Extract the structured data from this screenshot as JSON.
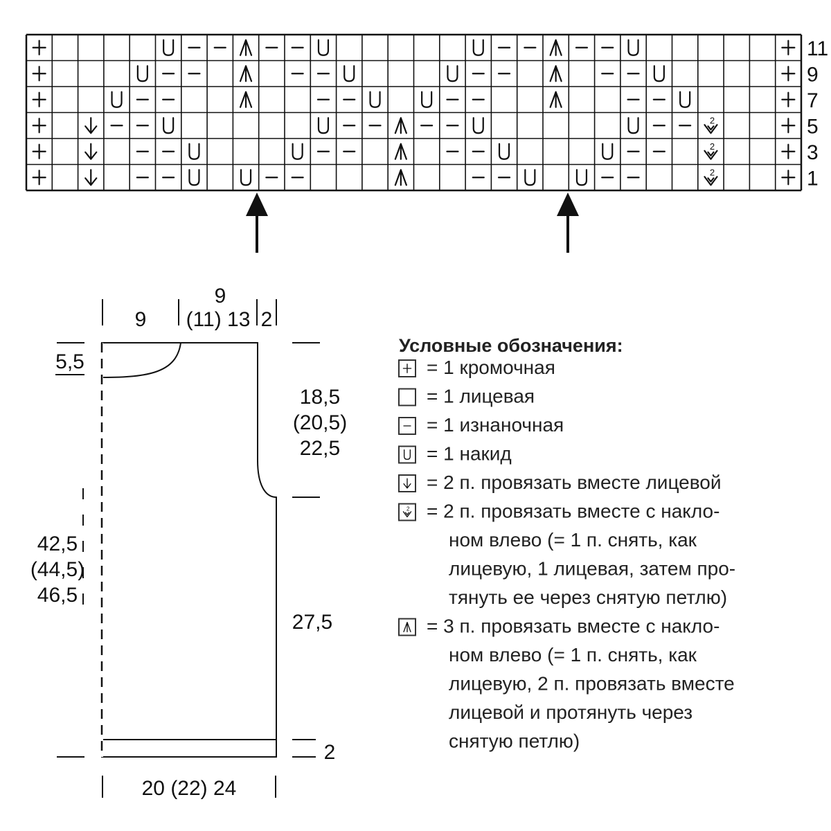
{
  "chart": {
    "columns": 30,
    "rows": [
      {
        "label": "11",
        "cells": [
          "+",
          "",
          "",
          "",
          "",
          "U",
          "-",
          "-",
          "A",
          "-",
          "-",
          "U",
          "",
          "",
          "",
          "",
          "",
          "U",
          "-",
          "-",
          "A",
          "-",
          "-",
          "U",
          "",
          "",
          "",
          "",
          "",
          "+"
        ]
      },
      {
        "label": "9",
        "cells": [
          "+",
          "",
          "",
          "",
          "U",
          "-",
          "-",
          "",
          "A",
          "",
          "-",
          "-",
          "U",
          "",
          "",
          "",
          "U",
          "-",
          "-",
          "",
          "A",
          "",
          "-",
          "-",
          "U",
          "",
          "",
          "",
          "",
          "+"
        ]
      },
      {
        "label": "7",
        "cells": [
          "+",
          "",
          "",
          "U",
          "-",
          "-",
          "",
          "",
          "A",
          "",
          "",
          "-",
          "-",
          "U",
          "",
          "U",
          "-",
          "-",
          "",
          "",
          "A",
          "",
          "",
          "-",
          "-",
          "U",
          "",
          "",
          "",
          "+"
        ]
      },
      {
        "label": "5",
        "cells": [
          "+",
          "",
          "K",
          "-",
          "-",
          "U",
          "",
          "",
          "",
          "",
          "",
          "U",
          "-",
          "-",
          "A",
          "-",
          "-",
          "U",
          "",
          "",
          "",
          "",
          "",
          "U",
          "-",
          "-",
          "S",
          "",
          "",
          "+"
        ]
      },
      {
        "label": "3",
        "cells": [
          "+",
          "",
          "K",
          "",
          "-",
          "-",
          "U",
          "",
          "",
          "",
          "U",
          "-",
          "-",
          "",
          "A",
          "",
          "-",
          "-",
          "U",
          "",
          "",
          "",
          "U",
          "-",
          "-",
          "",
          "S",
          "",
          "",
          "+"
        ]
      },
      {
        "label": "1",
        "cells": [
          "+",
          "",
          "K",
          "",
          "-",
          "-",
          "U",
          "",
          "U",
          "-",
          "-",
          "",
          "",
          "",
          "A",
          "",
          "",
          "-",
          "-",
          "U",
          "",
          "U",
          "-",
          "-",
          "",
          "",
          "S",
          "",
          "",
          "+"
        ]
      }
    ]
  },
  "schematic": {
    "top_left_width": "9",
    "neck_width_top": "9",
    "neck_width_sizes": "(11) 13",
    "shoulder_width": "2",
    "neck_depth": "5,5",
    "armhole_height_1": "18,5",
    "armhole_height_2": "(20,5)",
    "armhole_height_3": "22,5",
    "total_height_1": "42,5",
    "total_height_2": "(44,5)",
    "total_height_3": "46,5",
    "lower_side_height": "27,5",
    "band_height": "2",
    "bottom_width": "20 (22) 24"
  },
  "legend": {
    "title": "Условные обозначения:",
    "items": [
      {
        "icon": "edge-stitch-icon",
        "lines": [
          "= 1 кромочная"
        ]
      },
      {
        "icon": "knit-stitch-icon",
        "lines": [
          "= 1 лицевая"
        ]
      },
      {
        "icon": "purl-stitch-icon",
        "lines": [
          "= 1 изнаночная"
        ]
      },
      {
        "icon": "yarn-over-icon",
        "lines": [
          "= 1 накид"
        ]
      },
      {
        "icon": "k2tog-icon",
        "lines": [
          "= 2 п. провязать вместе лицевой"
        ]
      },
      {
        "icon": "ssk-icon",
        "lines": [
          "= 2 п. провязать вместе с накло-",
          "ном влево (= 1 п. снять, как",
          "лицевую, 1 лицевая, затем про-",
          "тянуть ее через снятую петлю)"
        ]
      },
      {
        "icon": "sk2p-icon",
        "lines": [
          "= 3 п. провязать вместе с накло-",
          "ном влево (= 1 п. снять, как",
          "лицевую, 2 п. провязать вместе",
          "лицевой и протянуть через",
          "снятую петлю)"
        ]
      }
    ]
  }
}
